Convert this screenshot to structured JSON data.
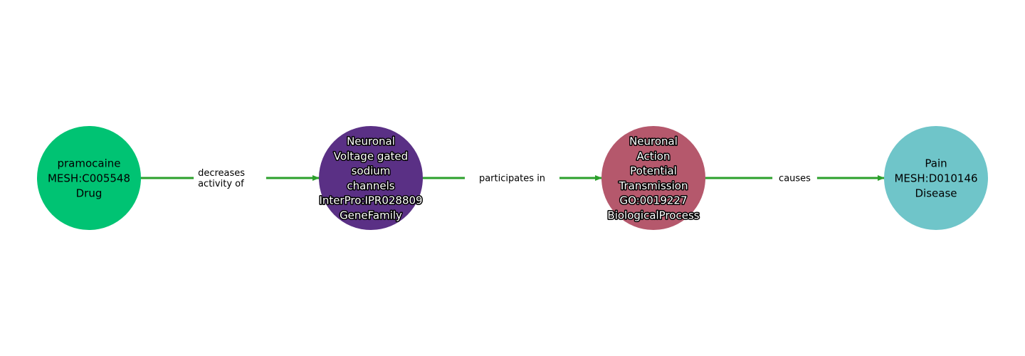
{
  "graph": {
    "edge_color": "#2ca02c",
    "nodes": [
      {
        "id": "n0",
        "lines": [
          "pramocaine",
          "MESH:C005548",
          "Drug"
        ],
        "color": "#00c373",
        "text_style": "dark"
      },
      {
        "id": "n1",
        "lines": [
          "Neuronal",
          "Voltage gated",
          "sodium",
          "channels",
          "InterPro:IPR028809",
          "GeneFamily"
        ],
        "color": "#5a3085",
        "text_style": "light"
      },
      {
        "id": "n2",
        "lines": [
          "Neuronal",
          "Action",
          "Potential",
          "Transmission",
          "GO:0019227",
          "BiologicalProcess"
        ],
        "color": "#b5586c",
        "text_style": "light"
      },
      {
        "id": "n3",
        "lines": [
          "Pain",
          "MESH:D010146",
          "Disease"
        ],
        "color": "#6fc5c9",
        "text_style": "dark"
      }
    ],
    "edges": [
      {
        "from": "n0",
        "to": "n1",
        "label_lines": [
          "decreases",
          "activity of"
        ]
      },
      {
        "from": "n1",
        "to": "n2",
        "label_lines": [
          "participates in"
        ]
      },
      {
        "from": "n2",
        "to": "n3",
        "label_lines": [
          "causes"
        ]
      }
    ]
  }
}
